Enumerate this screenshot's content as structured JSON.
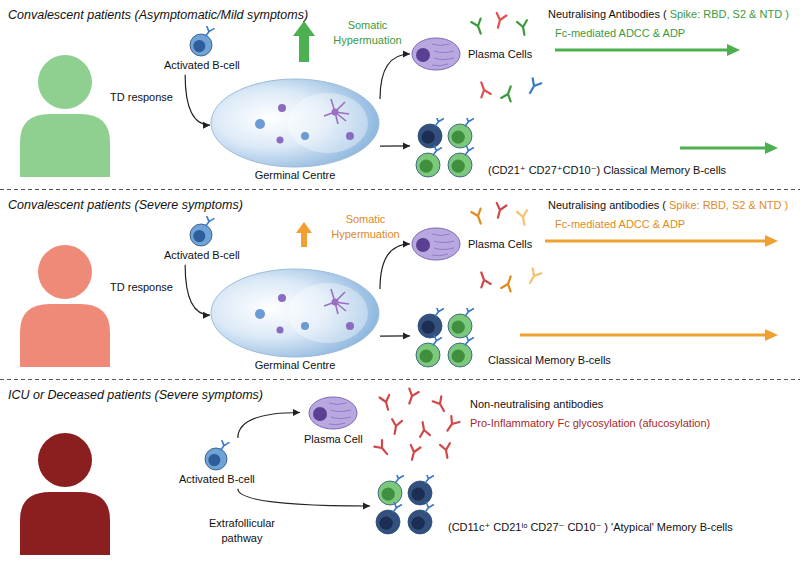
{
  "diagram": {
    "nodes": [
      {
        "text": [
          "Convalescent patients (Asymptomatic/Mild symptoms)"
        ]
      },
      {
        "text": [
          "Activated B-cell"
        ],
        "in": 0
      },
      {
        "text": [
          "Germinal Centre"
        ],
        "in": 0
      },
      {
        "text": [
          "Plasma Cells"
        ],
        "in": 0
      },
      {
        "text": [
          "(CD21⁺ CD27⁺CD10⁻) Classical Memory B-cells"
        ],
        "in": 0
      },
      {
        "text": [
          "Convalescent patients (Severe symptoms)"
        ]
      },
      {
        "text": [
          "Activated B-cell"
        ],
        "in": 5
      },
      {
        "text": [
          "Germinal Centre"
        ],
        "in": 5
      },
      {
        "text": [
          "Plasma Cells"
        ],
        "in": 5
      },
      {
        "text": [
          "Classical Memory B-cells"
        ],
        "in": 5
      },
      {
        "text": [
          "ICU or Deceased patients (Severe symptoms)"
        ]
      },
      {
        "text": [
          "Activated B-cell"
        ],
        "in": 10
      },
      {
        "text": [
          "Plasma Cell"
        ],
        "in": 10
      },
      {
        "text": [
          "(CD11c⁺ CD21ˡᵒ CD27⁻ CD10⁻ ) 'Atypical' Memory B-cells"
        ],
        "in": 10
      }
    ],
    "edges": [
      {
        "from": 1,
        "to": 2,
        "arrow": "to"
      },
      {
        "from": 2,
        "to": 3,
        "arrow": "to"
      },
      {
        "from": 2,
        "to": 4,
        "arrow": "to"
      },
      {
        "from": 6,
        "to": 7,
        "arrow": "to"
      },
      {
        "from": 7,
        "to": 8,
        "arrow": "to"
      },
      {
        "from": 7,
        "to": 9,
        "arrow": "to"
      },
      {
        "from": 11,
        "to": 12,
        "arrow": "to"
      },
      {
        "from": 11,
        "to": 13,
        "arrow": "to"
      }
    ],
    "labels": [
      "TD response",
      "Somatic Hypermuation",
      "Neutralising Antibodies (",
      "Spike: RBD, S2 & NTD )",
      "Fc-mediated ADCC & ADP",
      "TD response",
      "Somatic Hypermuation",
      "Neutralising antibodies (",
      "Spike: RBD, S2 & NTD )",
      "Fc-mediated ADCC & ADP",
      "Non-neutralising antibodies",
      "Pro-Inflammatory Fc glycosylation (afucosylation)",
      "Extrafollicular pathway"
    ]
  }
}
